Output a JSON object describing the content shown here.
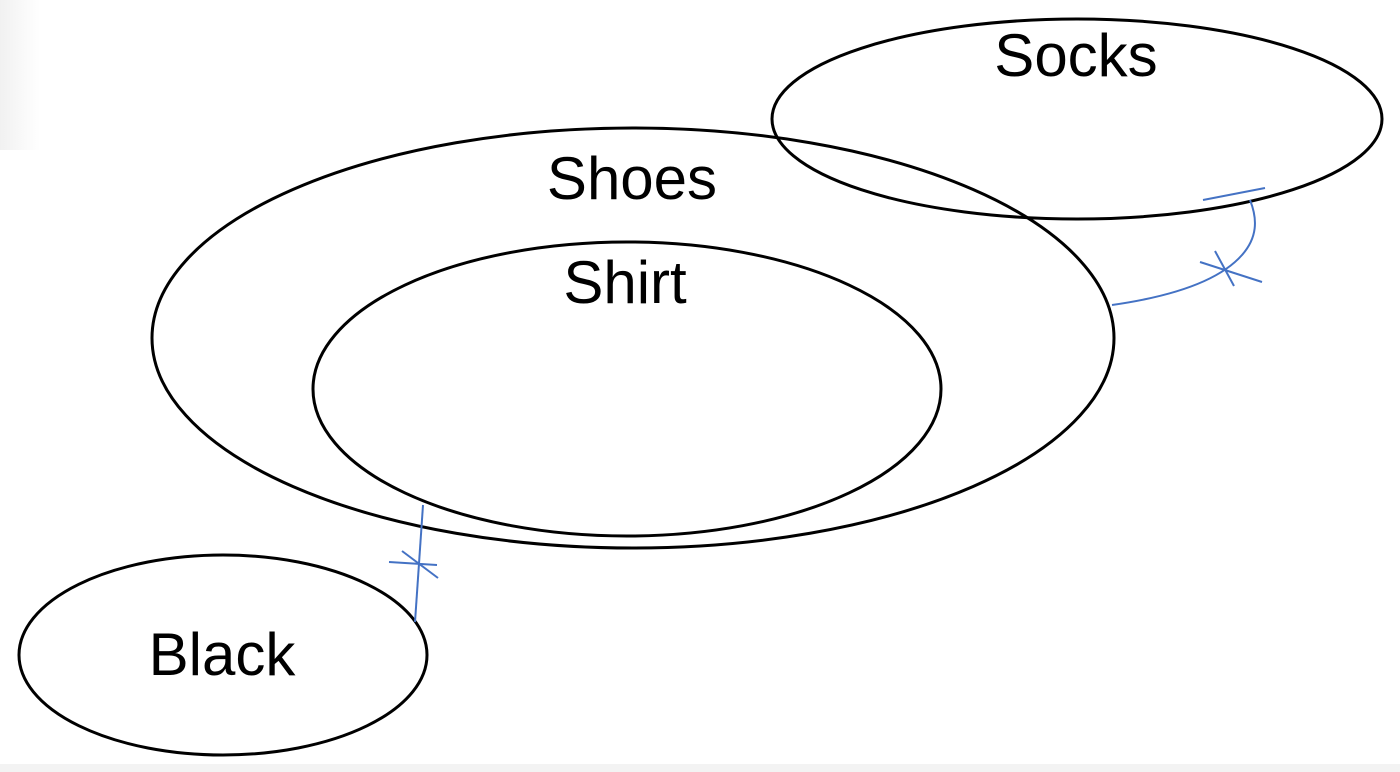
{
  "diagram": {
    "sets": {
      "socks": {
        "label": "Socks"
      },
      "shoes": {
        "label": "Shoes"
      },
      "shirt": {
        "label": "Shirt"
      },
      "black": {
        "label": "Black"
      }
    },
    "colors": {
      "outline": "#000000",
      "connector": "#4472C4"
    }
  }
}
